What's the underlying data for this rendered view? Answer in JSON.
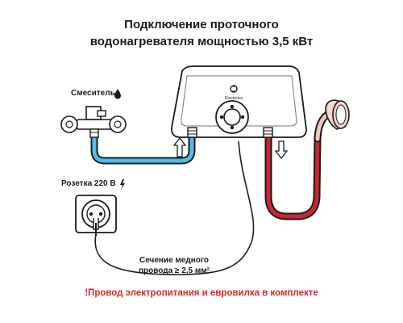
{
  "title": {
    "line1": "Подключение проточного",
    "line2": "водонагревателя мощностью 3,5 кВт"
  },
  "labels": {
    "mixer": "Смеситель",
    "socket": "Розетка 220 В",
    "cable_line1": "Сечение медного",
    "cable_line2": "провода ≥ 2,5 мм²"
  },
  "heater": {
    "brand": "Electrolux"
  },
  "note": "!Провод электропитания и евровилка в комплекте",
  "colors": {
    "note": "#d9262c",
    "cold_hose": "#4dbfe6",
    "hot_hose": "#c8282d",
    "shower_hose": "#f1c6c0",
    "outline": "#1a1a1a"
  },
  "icons": {
    "mixer_marker": "water-drop-icon",
    "socket_marker": "lightning-icon",
    "heater_inlet_arrow": "arrow-up-icon",
    "heater_outlet_arrow": "arrow-down-icon"
  }
}
